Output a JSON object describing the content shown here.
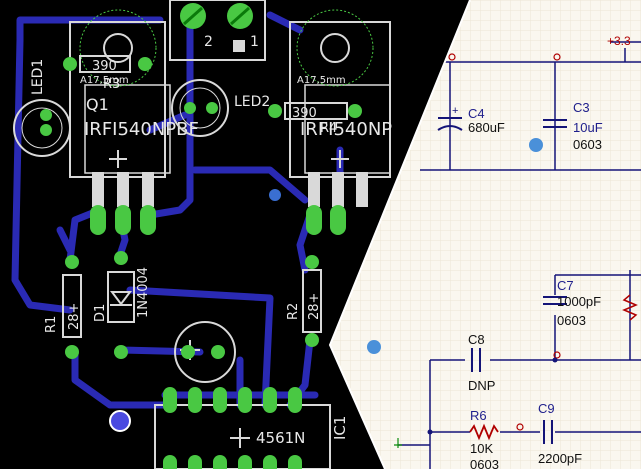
{
  "pcb": {
    "labels": {
      "q1": "Q1",
      "q1_part": "IRFI540NPBF",
      "q2_part": "IRFI540NP",
      "led1": "LED1",
      "led2": "LED2",
      "r3": "R3",
      "r3_value": "390",
      "r4": "R4",
      "r4_value": "390",
      "heatsink_q1": "A17,5mm",
      "heatsink_q2": "A17,5mm",
      "conn_pin1": "1",
      "conn_pin2": "2",
      "r1": "R1",
      "r1_value": "28+",
      "d1": "D1",
      "d1_part": "1N4004",
      "r2": "R2",
      "r2_value": "28+",
      "ic1": "IC1",
      "ic1_part": "4561N"
    },
    "colors": {
      "board": "#000000",
      "trace": "#2a2ab4",
      "pad": "#49c843",
      "pad_hole": "#0a7a0a",
      "silk": "#d9d9d9",
      "marker": "#3a6fd1"
    }
  },
  "schematic": {
    "supply": "+3.3",
    "components": [
      {
        "ref": "C4",
        "value": "680uF",
        "package": ""
      },
      {
        "ref": "C3",
        "value": "10uF",
        "package": "0603"
      },
      {
        "ref": "C7",
        "value": "1000pF",
        "package": "0603"
      },
      {
        "ref": "C8",
        "value": "DNP",
        "package": ""
      },
      {
        "ref": "R6",
        "value": "10K",
        "package": "0603"
      },
      {
        "ref": "C9",
        "value": "2200pF",
        "package": ""
      }
    ],
    "colors": {
      "background": "#faf7ef",
      "grid": "#ece6d6",
      "wire": "#141478",
      "ref_text": "#1e1e8c",
      "junction": "#b00000",
      "marker": "#4a90d9"
    }
  }
}
